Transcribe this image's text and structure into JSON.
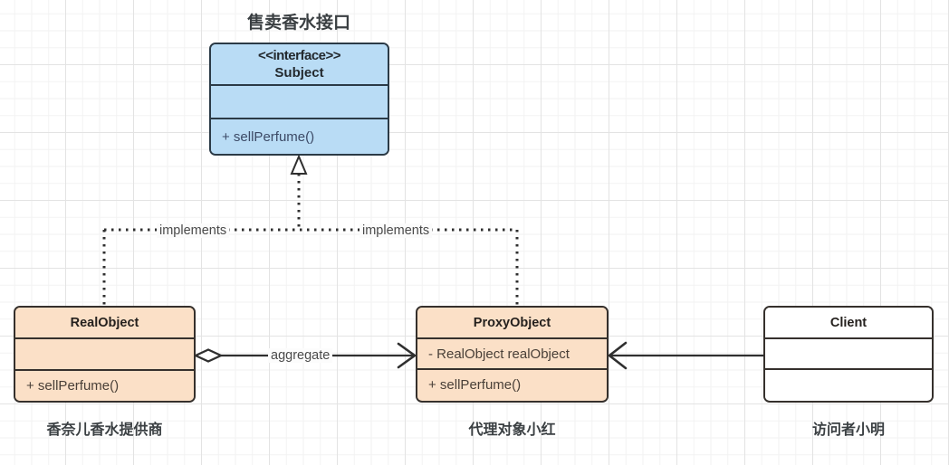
{
  "diagram": {
    "title": "售卖香水接口",
    "type": "uml-class-diagram",
    "background": "#ffffff",
    "grid_color": "#e3e3e3"
  },
  "classes": {
    "subject": {
      "stereotype": "<<interface>>",
      "name": "Subject",
      "attributes": [
        ""
      ],
      "methods": [
        "+ sellPerfume()"
      ],
      "fill": "#b9dcf5",
      "stroke": "#2b3a46"
    },
    "real_object": {
      "name": "RealObject",
      "attributes": [
        ""
      ],
      "methods": [
        "+ sellPerfume()"
      ],
      "caption": "香奈儿香水提供商",
      "fill": "#fbe0c7",
      "stroke": "#35302c"
    },
    "proxy_object": {
      "name": "ProxyObject",
      "attributes": [
        "- RealObject realObject"
      ],
      "methods": [
        "+ sellPerfume()"
      ],
      "caption": "代理对象小红",
      "fill": "#fbe0c7",
      "stroke": "#35302c"
    },
    "client": {
      "name": "Client",
      "attributes": [
        ""
      ],
      "methods": [
        ""
      ],
      "caption": "访问者小明",
      "fill": "#ffffff",
      "stroke": "#35302c"
    }
  },
  "relations": {
    "implements_left": {
      "label": "implements",
      "from": "RealObject",
      "to": "Subject",
      "style": "dotted",
      "arrow": "hollow-triangle"
    },
    "implements_right": {
      "label": "implements",
      "from": "ProxyObject",
      "to": "Subject",
      "style": "dotted",
      "arrow": "hollow-triangle"
    },
    "aggregate": {
      "label": "aggregate",
      "from": "RealObject",
      "to": "ProxyObject",
      "style": "solid",
      "source_marker": "hollow-diamond",
      "target_marker": "open-arrow"
    },
    "client_uses": {
      "label": "",
      "from": "Client",
      "to": "ProxyObject",
      "style": "solid",
      "target_marker": "open-arrow"
    }
  }
}
